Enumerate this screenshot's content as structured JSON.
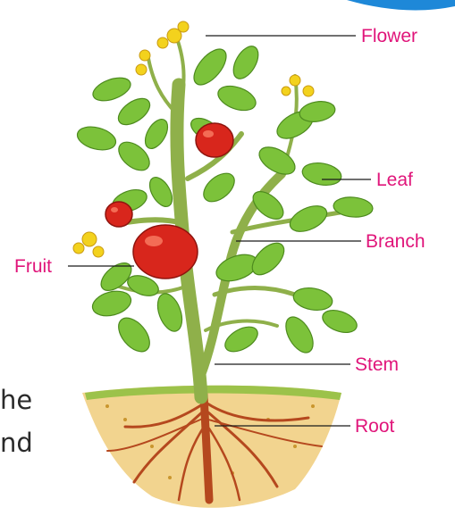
{
  "labels": {
    "flower": "Flower",
    "leaf": "Leaf",
    "branch": "Branch",
    "fruit": "Fruit",
    "stem": "Stem",
    "root": "Root"
  },
  "side_text": {
    "line1": "he",
    "line2": "nd"
  },
  "colors": {
    "label_text": "#e0157a",
    "leader_line": "#1a1a1a",
    "leaf_green": "#7cc23a",
    "stem_green": "#8fb04a",
    "fruit_red": "#d8261c",
    "flower_yellow": "#f3d21d",
    "soil": "#e9c27a",
    "root": "#b5481e",
    "corner_ribbon": "#1e88d8"
  }
}
